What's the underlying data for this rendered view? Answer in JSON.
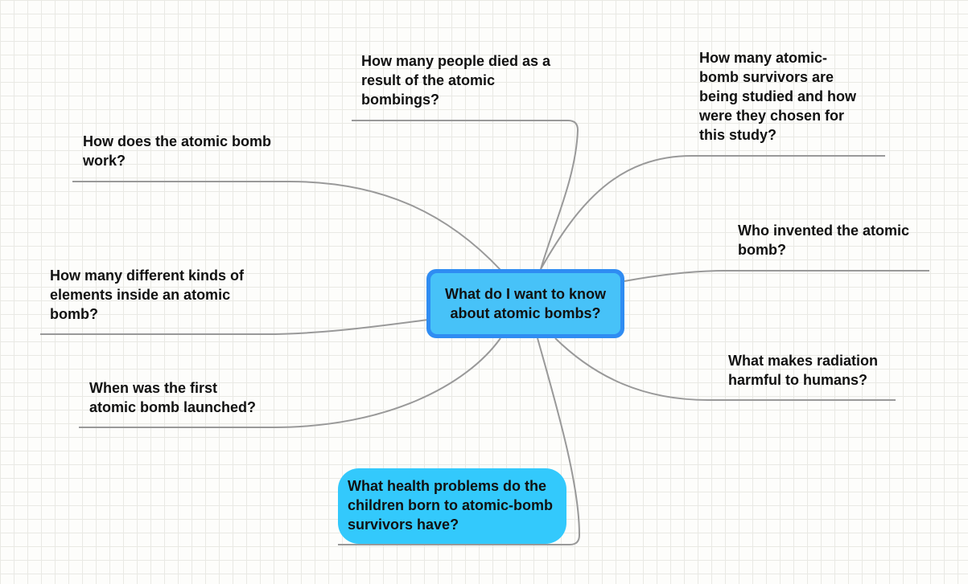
{
  "central": {
    "label": "What do I want to know about atomic bombs?"
  },
  "topics": {
    "deaths": "How many people died as a result of the atomic bombings?",
    "survivors_study": "How many atomic-bomb survivors are being studied and how were they chosen for this study?",
    "how_works": "How does the atomic bomb work?",
    "inventor": "Who invented the atomic bomb?",
    "elements": "How many different kinds of elements inside an atomic bomb?",
    "radiation": "What makes radiation harmful to humans?",
    "first_launch": "When was the first atomic bomb launched?",
    "health_children": "What health  problems do the children born to atomic-bomb survivors have?"
  },
  "colors": {
    "central_border": "#2f8cf2",
    "central_fill": "#47c2f8",
    "highlight_fill": "#33c9fc",
    "connector": "#999999",
    "grid": "#e9e9e4"
  }
}
